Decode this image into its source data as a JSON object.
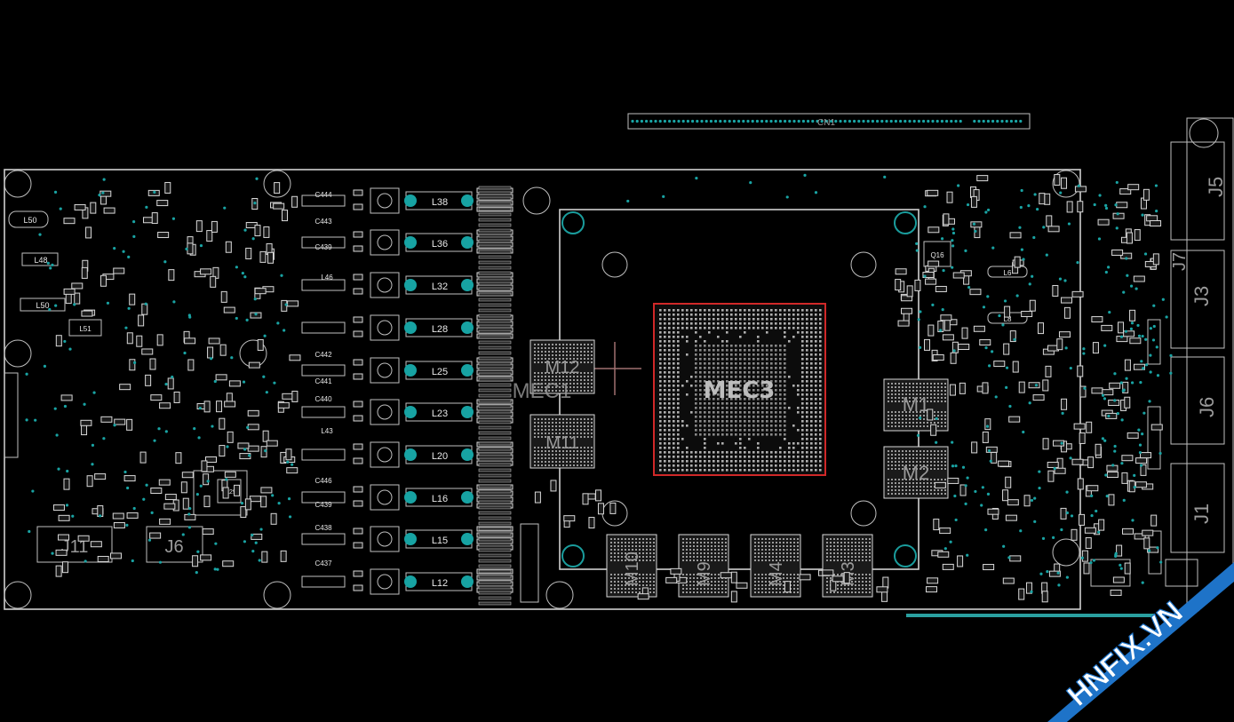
{
  "labels": {
    "gpu": "MEC3",
    "connector": "CN1",
    "mec1": "MEC1",
    "mem_left_top": "M12",
    "mem_left_bottom": "M11",
    "mem_right_top": "M1",
    "mem_right_bottom": "M2",
    "mem_bottom": [
      "M10",
      "M9",
      "M4",
      "M3"
    ],
    "inductors": [
      "L38",
      "L36",
      "L32",
      "L28",
      "L25",
      "L23",
      "L20",
      "L16",
      "L15",
      "L12"
    ],
    "caps_col": [
      "C444",
      "C443",
      "C439",
      "L46",
      "C442",
      "C441",
      "C440",
      "L43",
      "C446",
      "C439",
      "C438",
      "C437"
    ],
    "left_parts": [
      "L50",
      "L48",
      "L50",
      "L51",
      "L29",
      "J11",
      "J6"
    ],
    "misc": [
      "L6",
      "L8",
      "Q16"
    ],
    "connectors_right": [
      "J5",
      "J7",
      "J3",
      "J6",
      "J1"
    ]
  },
  "brand": {
    "text": "HNFIX.VN",
    "accent": "#1e73c8",
    "mark": "#e23b3b"
  },
  "colors": {
    "background": "#000000",
    "outline": "#cfcfcf",
    "via": "#19a3a3",
    "gpu_border": "#d02828"
  }
}
